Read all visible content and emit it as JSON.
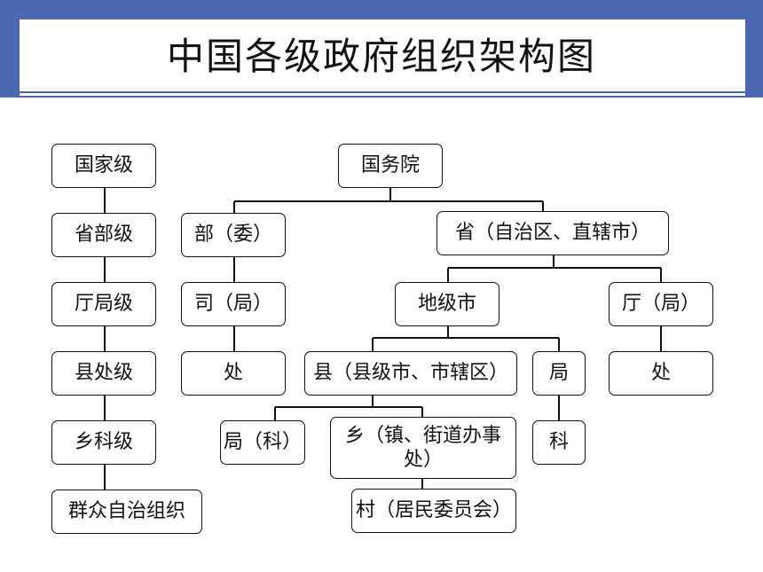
{
  "slide": {
    "title": "中国各级政府组织架构图",
    "accent_color": "#4a69b1"
  },
  "levels": [
    "国家级",
    "省部级",
    "厅局级",
    "县处级",
    "乡科级",
    "群众自治组织"
  ],
  "org": {
    "state_council": "国务院",
    "ministry": "部（委）",
    "ministry_dept": "司（局）",
    "ministry_office": "处",
    "province": "省（自治区、直辖市）",
    "prefecture_city": "地级市",
    "province_dept": "厅（局）",
    "province_dept_office": "处",
    "county": "县（县级市、市辖区）",
    "city_bureau": "局",
    "city_bureau_section": "科",
    "county_bureau": "局（科）",
    "township": "乡（镇、街道办事处）",
    "village": "村（居民委员会）"
  }
}
